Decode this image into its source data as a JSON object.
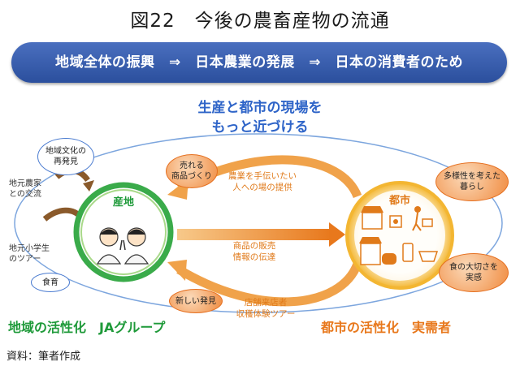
{
  "title": "図22　今後の農畜産物の流通",
  "banner": {
    "text": "地域全体の振興　⇒　日本農業の発展　⇒　日本の消費者のため"
  },
  "heading": {
    "line1": "生産と都市の現場を",
    "line2": "もっと近づける"
  },
  "farm": {
    "label": "産地"
  },
  "city": {
    "label": "都市"
  },
  "left_bubbles": {
    "culture": "地域文化の\n再発見",
    "food_ed": "食育"
  },
  "left_texts": {
    "exchange": "地元農家\nとの交流",
    "school_tour": "地元小学生\nのツアー"
  },
  "orange_bubbles": {
    "sellable": "売れる\n商品づくり",
    "discovery": "新しい発見",
    "diversity": "多様性を考えた\n暮らし",
    "food_value": "食の大切さを\n実感"
  },
  "arrow_labels": {
    "top": "農業を手伝いたい\n人への場の提供",
    "middle": "商品の販売\n情報の伝達",
    "bottom": "店舗来店者\n収穫体験ツアー"
  },
  "footer": {
    "left": "地域の活性化　JAグループ",
    "right": "都市の活性化　実需者"
  },
  "source": "資料：筆者作成",
  "colors": {
    "blue": "#2e64c8",
    "green": "#1f9a3a",
    "orange": "#e8781c",
    "banner": "#3a5fb0"
  }
}
